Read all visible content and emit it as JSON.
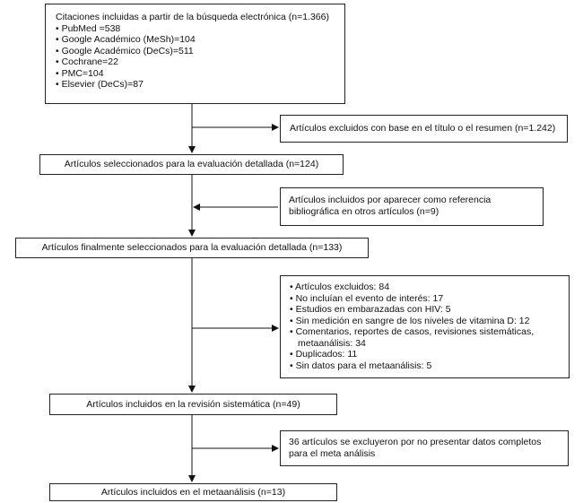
{
  "search_box": {
    "title": "Citaciones incluidas a partir de la búsqueda electrónica (n=1.366)",
    "items": [
      "• PubMed =538",
      "• Google Académico (MeSh)=104",
      "• Google Académico (DeCs)=511",
      "• Cochrane=22",
      "• PMC=104",
      "• Elsevier (DeCs)=87"
    ]
  },
  "excluded_title_abstract": "Artículos excluidos con base en el título o el resumen (n=1.242)",
  "selected_detailed": "Artículos seleccionados para la evaluación detallada (n=124)",
  "included_reference": {
    "line1": "Artículos incluidos por aparecer como referencia",
    "line2": "bibliográfica en otros artículos (n=9)"
  },
  "finally_selected": "Artículos finalmente seleccionados para la evaluación detallada (n=133)",
  "excluded_box": {
    "items": [
      {
        "text": "• Artículos excluidos: 84"
      },
      {
        "text": "• No incluían el evento de interés: 17"
      },
      {
        "text": "• Estudios en embarazadas con HIV: 5"
      },
      {
        "text": "• Sin medición en sangre de los niveles de vitamina D: 12"
      },
      {
        "text": "• Comentarios, reportes de casos, revisiones sistemáticas,",
        "cont": "metaanálisis: 34"
      },
      {
        "text": "• Duplicados: 11"
      },
      {
        "text": "• Sin datos para el metaanálisis: 5"
      }
    ]
  },
  "systematic_review": "Artículos incluidos en la revisión sistemática (n=49)",
  "excluded_incomplete": {
    "line1": "36 artículos se excluyeron por no presentar datos completos",
    "line2": "para el meta análisis"
  },
  "meta_analysis": "Artículos incluidos en el metaanálisis (n=13)"
}
